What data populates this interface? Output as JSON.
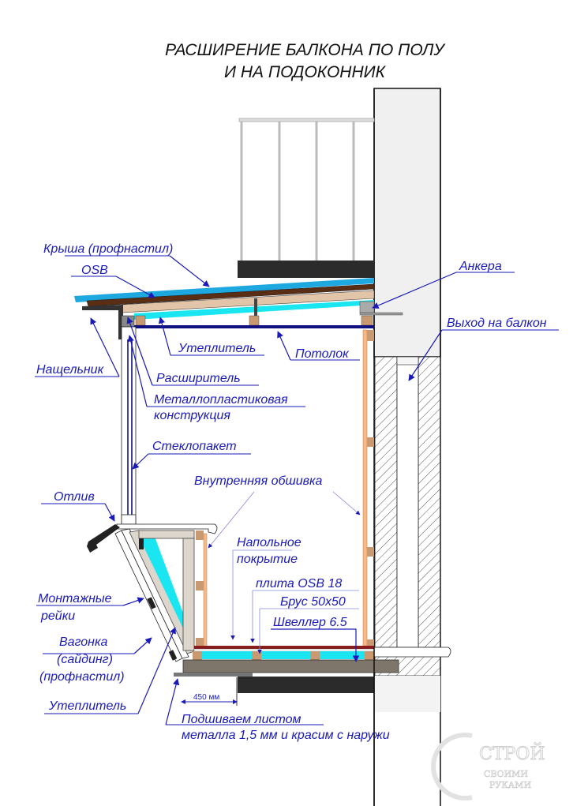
{
  "title": {
    "line1": "РАСШИРЕНИЕ БАЛКОНА ПО ПОЛУ",
    "line2": "И НА ПОДОКОННИК"
  },
  "labels": {
    "roof": "Крыша (профнастил)",
    "osb": "OSB",
    "anchors": "Анкера",
    "balcony_exit": "Выход на балкон",
    "insulation_top": "Утеплитель",
    "ceiling": "Потолок",
    "trim": "Нащельник",
    "extender": "Расширитель",
    "metal_plastic_1": "Металлопластиковая",
    "metal_plastic_2": "конструкция",
    "glass_unit": "Стеклопакет",
    "inner_lining": "Внутренняя обшивка",
    "drip": "Отлив",
    "floor_covering_1": "Напольное",
    "floor_covering_2": "покрытие",
    "osb_plate": "плита OSB 18",
    "beam": "Брус 50х50",
    "channel": "Швеллер 6.5",
    "mount_rails_1": "Монтажные",
    "mount_rails_2": "рейки",
    "cladding_1": "Вагонка",
    "cladding_2": "(сайдинг)",
    "cladding_3": "(профнастил)",
    "insulation_bottom": "Утеплитель",
    "metal_sheet_1": "Подшиваем листом",
    "metal_sheet_2": "металла 1,5 мм и красим с наружи",
    "dimension": "450 мм"
  },
  "watermark": {
    "line1": "СТРОЙ",
    "line2": "СВОИМИ",
    "line3": "РУКАМИ"
  },
  "colors": {
    "label_blue": "#1a1ab8",
    "roof_sheet": "#1ea8e0",
    "osb_brown": "#5a2e14",
    "insulation_cyan": "#19e6f0",
    "timber": "#c99a72",
    "slab_dark": "#2b2b2b",
    "concrete_floor": "#7f766b",
    "wall_light": "#f0f0f0"
  }
}
